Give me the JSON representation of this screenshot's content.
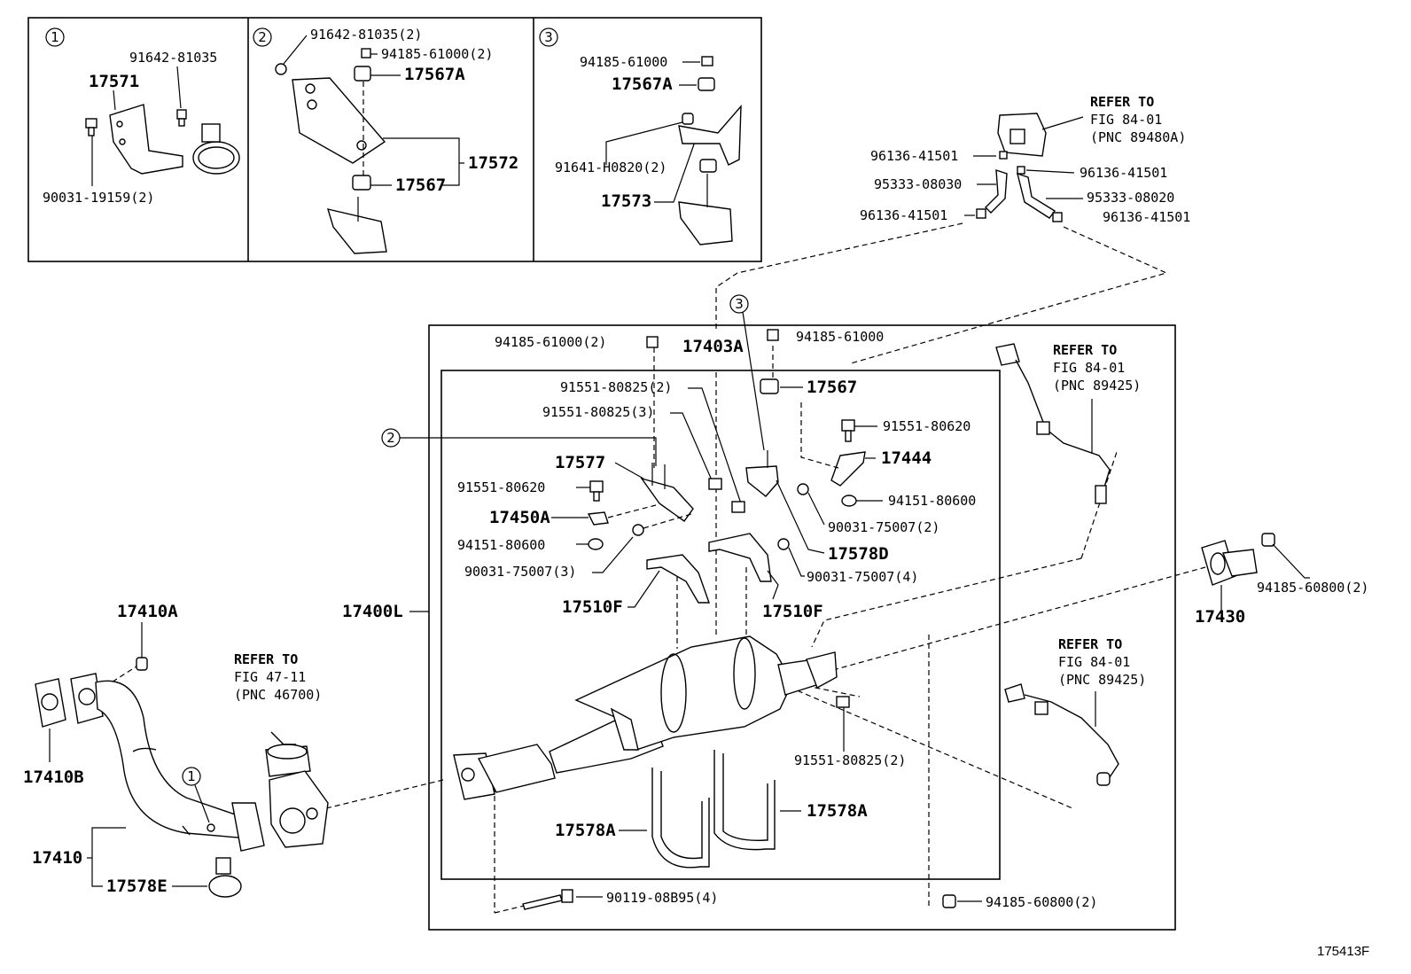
{
  "insets": {
    "i1": {
      "num": "1",
      "p_91642_81035": "91642-81035",
      "p_17571": "17571",
      "p_90031_19159": "90031-19159(2)"
    },
    "i2": {
      "num": "2",
      "p_91642_81035": "91642-81035(2)",
      "p_94185_61000": "94185-61000(2)",
      "p_17567A": "17567A",
      "p_17572": "17572",
      "p_17567": "17567"
    },
    "i3": {
      "num": "3",
      "p_94185_61000": "94185-61000",
      "p_17567A": "17567A",
      "p_91641_H0820": "91641-H0820(2)",
      "p_17573": "17573"
    }
  },
  "refer_top": {
    "line1": "REFER TO",
    "line2": "FIG 84-01",
    "line3": "(PNC 89480A)",
    "hose_a": "96136-41501",
    "hose_b": "96136-41501",
    "hose_c": "95333-08030",
    "hose_d": "95333-08020",
    "hose_e": "96136-41501",
    "hose_f": "96136-41501"
  },
  "main": {
    "circle3": "3",
    "circle2": "2",
    "circle1": "1",
    "p_94185_61000_2": "94185-61000(2)",
    "p_17403A": "17403A",
    "p_94185_61000": "94185-61000",
    "p_91551_80825_2a": "91551-80825(2)",
    "p_17567": "17567",
    "p_91551_80825_3": "91551-80825(3)",
    "p_91551_80620a": "91551-80620",
    "p_17444": "17444",
    "p_17577": "17577",
    "p_91551_80620b": "91551-80620",
    "p_94151_80600a": "94151-80600",
    "p_17450A": "17450A",
    "p_90031_75007_2": "90031-75007(2)",
    "p_94151_80600b": "94151-80600",
    "p_17578D": "17578D",
    "p_90031_75007_3": "90031-75007(3)",
    "p_90031_75007_4": "90031-75007(4)",
    "p_17510F_a": "17510F",
    "p_17510F_b": "17510F",
    "p_17400L": "17400L",
    "p_91551_80825_2b": "91551-80825(2)",
    "p_17578A_a": "17578A",
    "p_17578A_b": "17578A",
    "p_90119_08B95": "90119-08B95(4)",
    "p_94185_60800_b": "94185-60800(2)"
  },
  "refer_o2a": {
    "line1": "REFER TO",
    "line2": "FIG 84-01",
    "line3": "(PNC 89425)"
  },
  "refer_o2b": {
    "line1": "REFER TO",
    "line2": "FIG 84-01",
    "line3": "(PNC 89425)"
  },
  "refer_egr": {
    "line1": "REFER TO",
    "line2": "FIG 47-11",
    "line3": "(PNC 46700)"
  },
  "right": {
    "p_94185_60800": "94185-60800(2)",
    "p_17430": "17430"
  },
  "left": {
    "p_17410A": "17410A",
    "p_17410B": "17410B",
    "p_17410": "17410",
    "p_17578E": "17578E"
  },
  "figure_id": "175413F"
}
